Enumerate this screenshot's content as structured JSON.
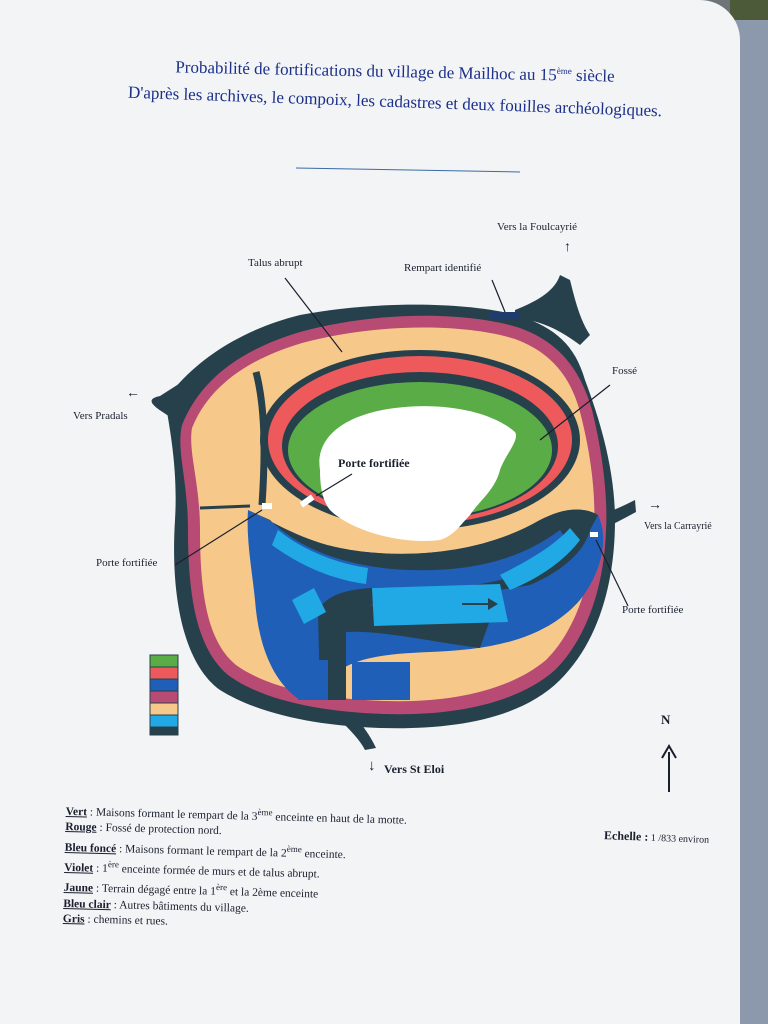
{
  "title": {
    "line1_a": "Probabilité de fortifications du village de Mailhoc au 15",
    "line1_sup": "ème",
    "line1_b": " siècle",
    "line2": "D'après les archives, le compoix, les cadastres et deux fouilles archéologiques."
  },
  "map": {
    "labels": {
      "talus_abrupt": "Talus abrupt",
      "rempart_identifie": "Rempart identifié",
      "vers_foulcayrie": "Vers la Foulcayrié",
      "vers_pradals": "Vers Pradals",
      "fosse": "Fossé",
      "porte_fortifiee_center": "Porte fortifiée",
      "porte_fortifiee_left": "Porte fortifiée",
      "vers_carrayrie": "Vers la Carrayrié",
      "porte_fortifiee_right": "Porte fortifiée",
      "vers_st_eloi": "Vers St Eloi"
    },
    "arrows": {
      "up": "↑",
      "left": "←",
      "right": "→",
      "down": "↓"
    },
    "colors": {
      "vert": "#5aad46",
      "rouge": "#ee5a5c",
      "bleu_fonce": "#1f5fb8",
      "violet": "#b84b74",
      "jaune": "#f6c98a",
      "bleu_clair": "#21a9e6",
      "gris": "#27414c",
      "blanc": "#ffffff"
    }
  },
  "legend": {
    "items": [
      {
        "key": "Vert",
        "text": " : Maisons formant le rempart de la 3",
        "sup": "ème",
        "after": " enceinte en haut de la motte."
      },
      {
        "key": "Rouge",
        "text": " : Fossé de protection nord.",
        "sup": "",
        "after": ""
      },
      {
        "key": "Bleu foncé",
        "text": " : Maisons formant le rempart de la 2",
        "sup": "ème",
        "after": " enceinte."
      },
      {
        "key": "Violet",
        "text": " : 1",
        "sup": "ère",
        "after": " enceinte formée de murs et de talus abrupt."
      },
      {
        "key": "Jaune",
        "text": " : Terrain dégagé entre la 1",
        "sup": "ère",
        "after": " et la 2ème enceinte"
      },
      {
        "key": "Bleu clair",
        "text": " : Autres bâtiments du village.",
        "sup": "",
        "after": ""
      },
      {
        "key": "Gris",
        "text": " : chemins et rues.",
        "sup": "",
        "after": ""
      }
    ]
  },
  "scale": {
    "label": "Echelle :",
    "value": " 1 /833 environ"
  },
  "north": {
    "label": "N"
  }
}
